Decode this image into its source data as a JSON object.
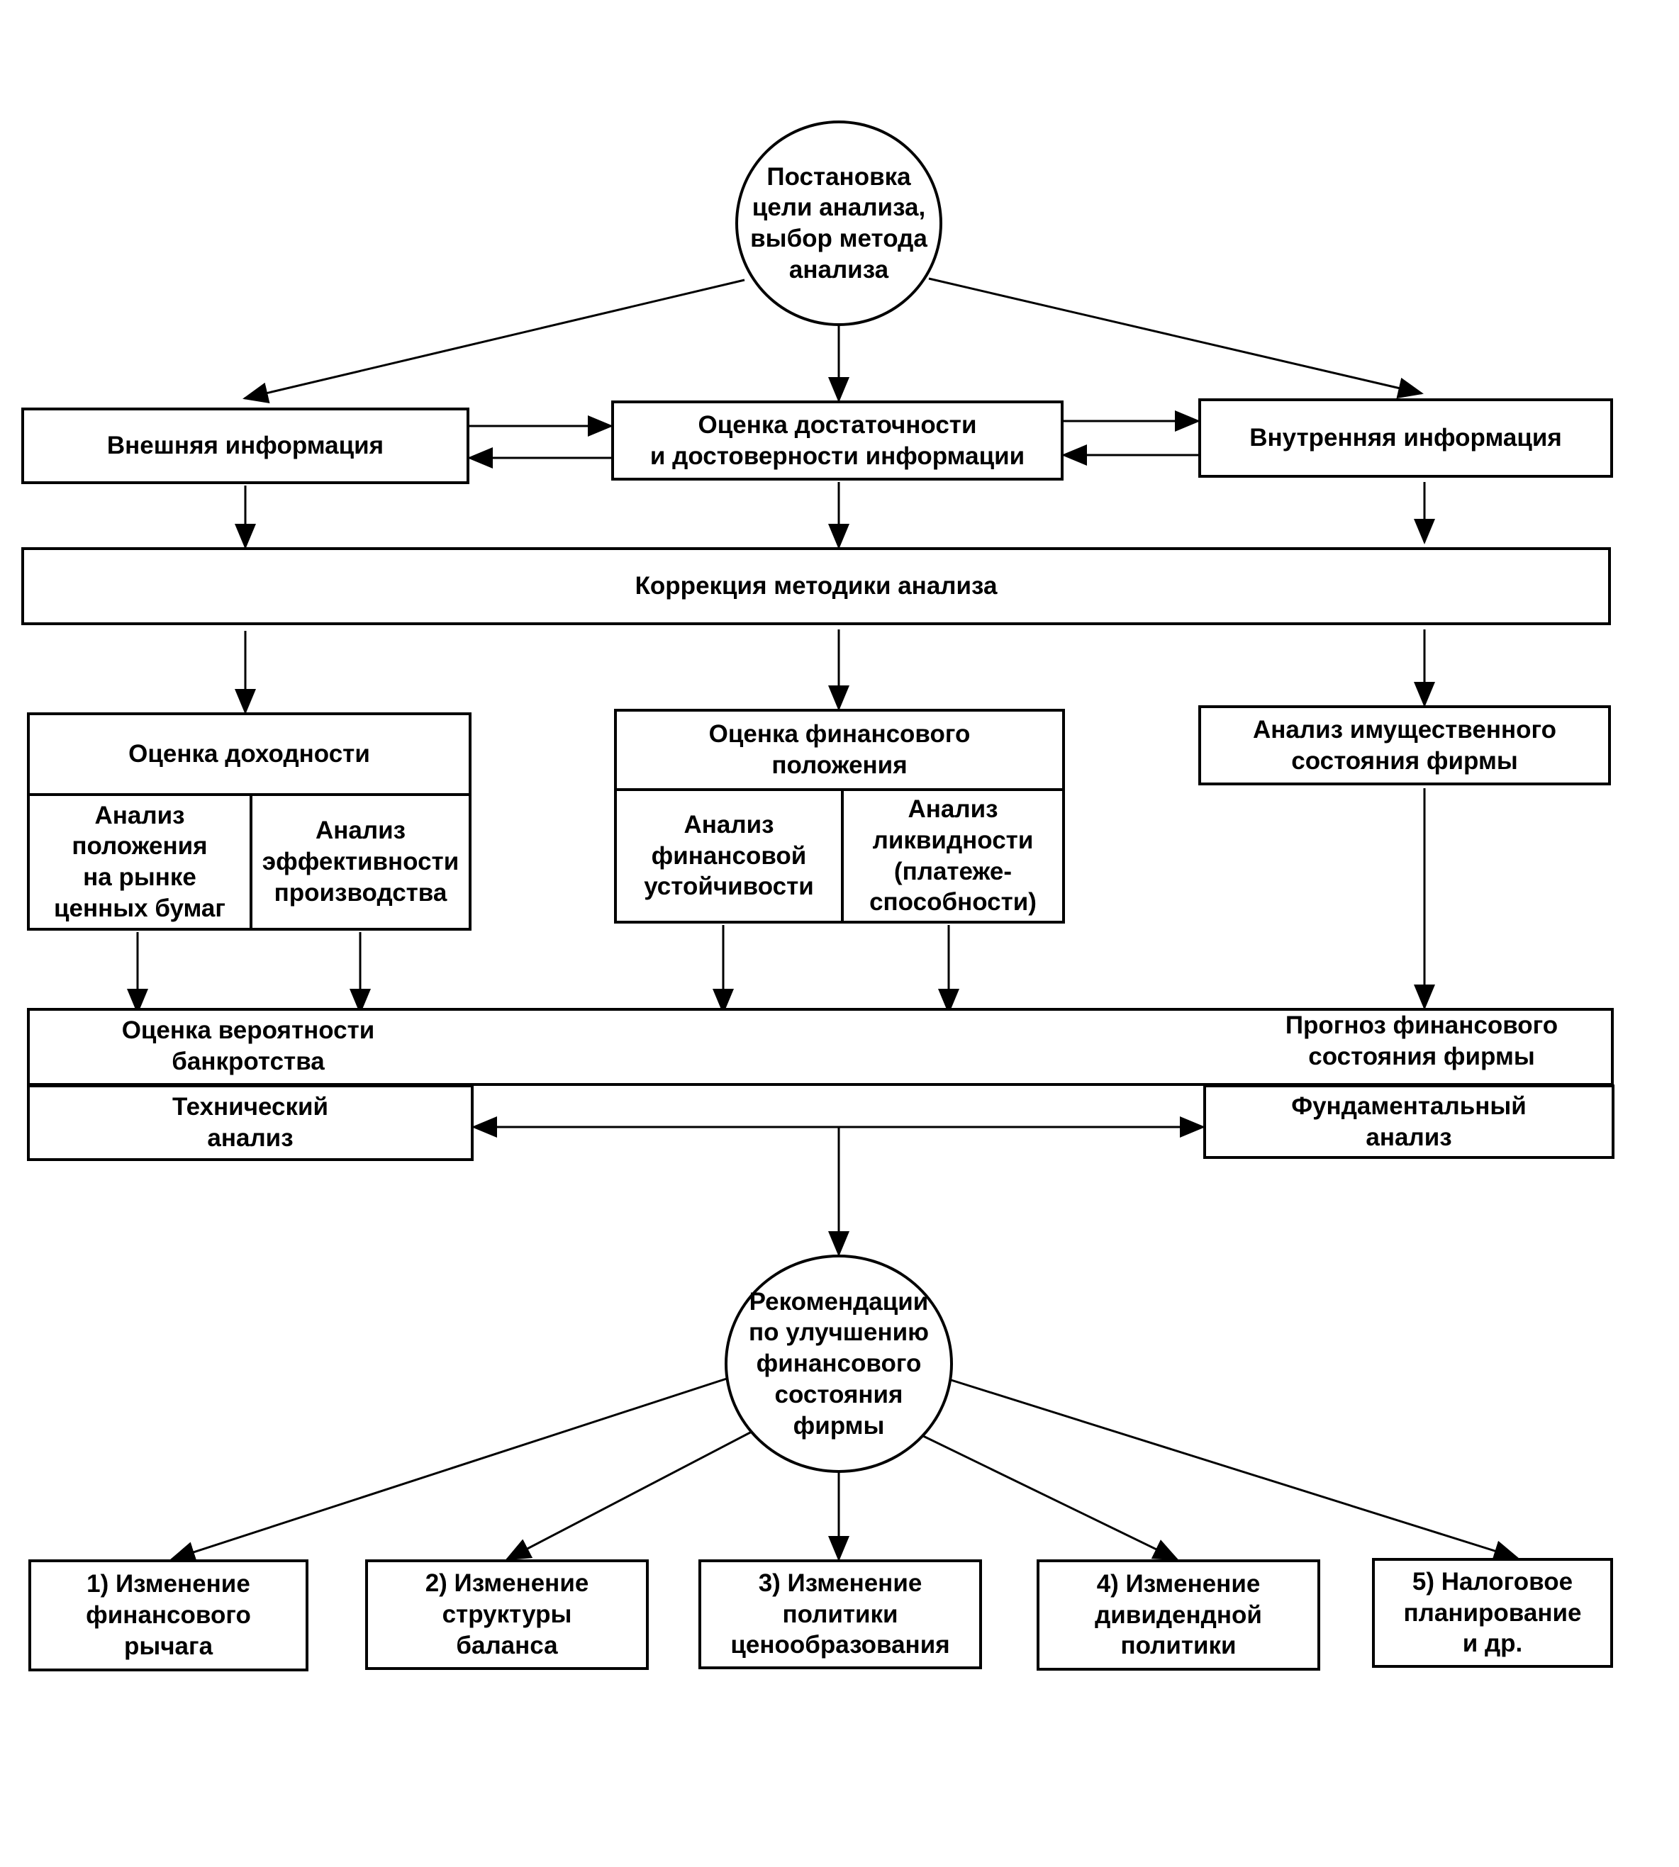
{
  "goal": "Постановка\nцели анализа,\nвыбор метода\nанализа",
  "external_info": "Внешняя информация",
  "sufficiency_check": "Оценка достаточности\nи достоверности информации",
  "internal_info": "Внутренняя  информация",
  "methodology_correction": "Коррекция методики анализа",
  "profitability": {
    "title": "Оценка доходности",
    "securities_market": "Анализ\nположения\nна рынке\nценных бумаг",
    "production_efficiency": "Анализ\nэффективности\nпроизводства"
  },
  "financial_position": {
    "title": "Оценка финансового\nположения",
    "stability": "Анализ\nфинансовой\nустойчивости",
    "liquidity": "Анализ\nликвидности\n(платеже-\nспособности)"
  },
  "property_state": "Анализ имущественного\nсостояния фирмы",
  "bankruptcy": "Оценка вероятности\nбанкротства",
  "forecast": "Прогноз финансового\nсостояния фирмы",
  "technical_analysis": "Технический\nанализ",
  "fundamental_analysis": "Фундаментальный\nанализ",
  "recommendations": "Рекомендации\nпо улучшению\nфинансового\nсостояния\nфирмы",
  "actions": [
    "1) Изменение\nфинансового\nрычага",
    "2) Изменение\nструктуры\nбаланса",
    "3) Изменение\nполитики\nценообразования",
    "4) Изменение\nдивидендной\nполитики",
    "5) Налоговое\nпланирование\nи др."
  ]
}
